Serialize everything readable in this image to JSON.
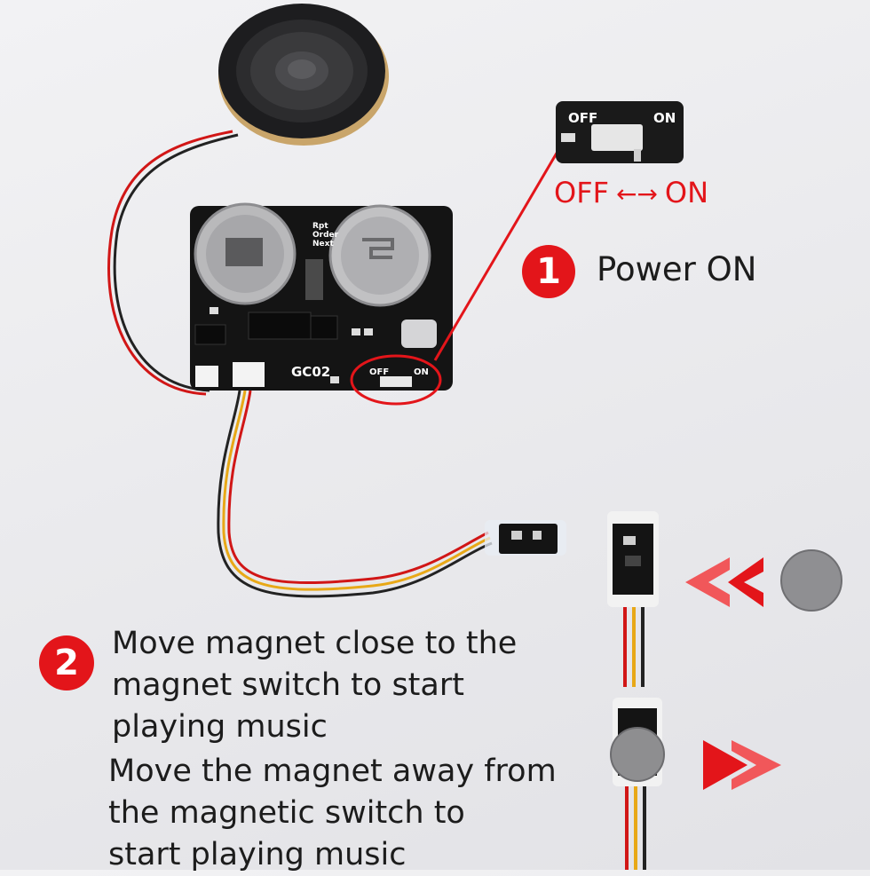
{
  "step1": {
    "number": "1",
    "caption": "Power ON",
    "switch_off": "OFF",
    "switch_on": "ON",
    "switch_arrow": "←→"
  },
  "step2": {
    "number": "2",
    "line_close_1": "Move magnet close to the",
    "line_close_2": "magnet switch to start",
    "line_close_3": "playing music",
    "line_away_1": "Move the magnet away from",
    "line_away_2": "the magnetic switch to",
    "line_away_3": "start playing music"
  },
  "board": {
    "model": "GC02",
    "off": "OFF",
    "on": "ON",
    "mode_1": "Rpt",
    "mode_2": "Order",
    "mode_3": "Next"
  },
  "colors": {
    "accent_red": "#e3151a",
    "board": "#141414",
    "background": "#eeeef0"
  }
}
